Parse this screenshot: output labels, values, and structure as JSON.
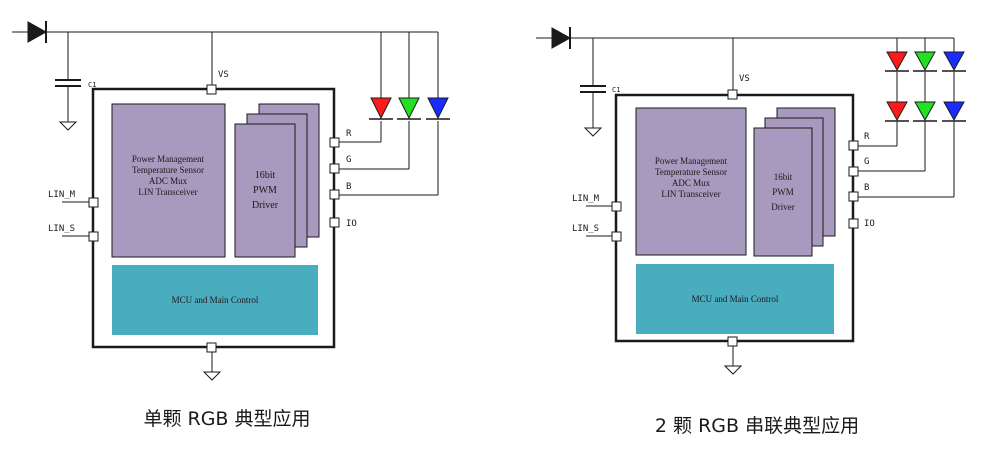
{
  "diagrams": [
    {
      "caption": "单颗 RGB 典型应用",
      "cap_label": "C1",
      "vs_label": "VS",
      "pins": {
        "lin_m": "LIN_M",
        "lin_s": "LIN_S",
        "r": "R",
        "g": "G",
        "b": "B",
        "io": "IO"
      },
      "block_power": [
        "Power Management",
        "Temperature Sensor",
        "ADC Mux",
        "LIN Transceiver"
      ],
      "block_pwm": [
        "16bit",
        "PWM",
        "Driver"
      ],
      "block_mcu": "MCU and Main Control",
      "led_rows": 1
    },
    {
      "caption": "2 颗 RGB 串联典型应用",
      "cap_label": "C1",
      "vs_label": "VS",
      "pins": {
        "lin_m": "LIN_M",
        "lin_s": "LIN_S",
        "r": "R",
        "g": "G",
        "b": "B",
        "io": "IO"
      },
      "block_power": [
        "Power Management",
        "Temperature Sensor",
        "ADC Mux",
        "LIN Transceiver"
      ],
      "block_pwm": [
        "16bit",
        "PWM",
        "Driver"
      ],
      "block_mcu": "MCU and Main Control",
      "led_rows": 2
    }
  ],
  "colors": {
    "wire": "#1a1a1a",
    "block_purple": "#a899be",
    "block_teal": "#4aacbf",
    "led_red": "#ff1a1a",
    "led_green": "#22e022",
    "led_blue": "#1a2cff"
  }
}
